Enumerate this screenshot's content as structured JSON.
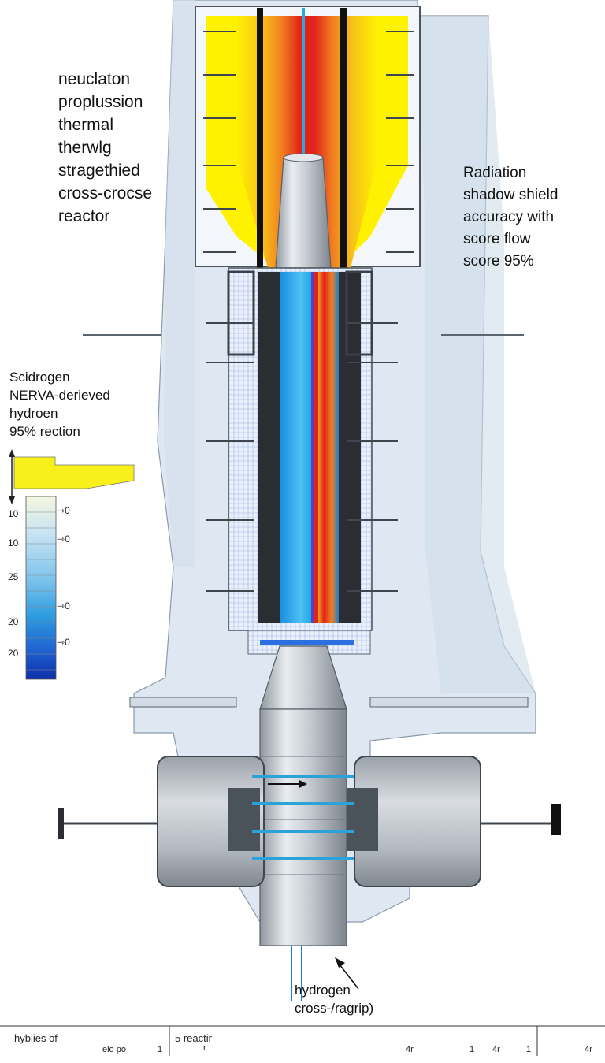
{
  "title_block": {
    "lines": [
      "neuclaton",
      "proplussion",
      "thermal",
      "therwlg",
      "stragethied",
      "cross-crocse",
      "reactor"
    ]
  },
  "shield_note": {
    "lines": [
      "Radiation",
      "shadow shield",
      "accuracy  with",
      "score flow",
      "score 95%"
    ]
  },
  "legend": {
    "title_lines": [
      "Scidrogen",
      "NERVA-derieved",
      "hydroen",
      "95% rection"
    ],
    "ticks": [
      "10",
      "10",
      "25",
      "20",
      "20"
    ],
    "values": [
      "0",
      "0",
      "0",
      "0"
    ],
    "colors": [
      "#f5f7e0",
      "#c8e4f3",
      "#7fc4ec",
      "#2f9de0",
      "#1f5fd0",
      "#0d2fa8"
    ],
    "swatch_color": "#f7f01a"
  },
  "callout": {
    "lines": [
      "hydrogen",
      "cross-/ragrip)"
    ]
  },
  "footer": {
    "cells": [
      "hyblies of",
      "elo po",
      "1",
      "5 reactir",
      "r",
      "4r",
      "1",
      "4r",
      "1",
      "4r"
    ]
  },
  "colors": {
    "hot_core": "#e2231a",
    "warm": "#f39a1c",
    "glow": "#fff200",
    "hydrogen_flow": "#1aa3e8",
    "housing": "#dfe8f2",
    "steel": "#b8bec6"
  }
}
